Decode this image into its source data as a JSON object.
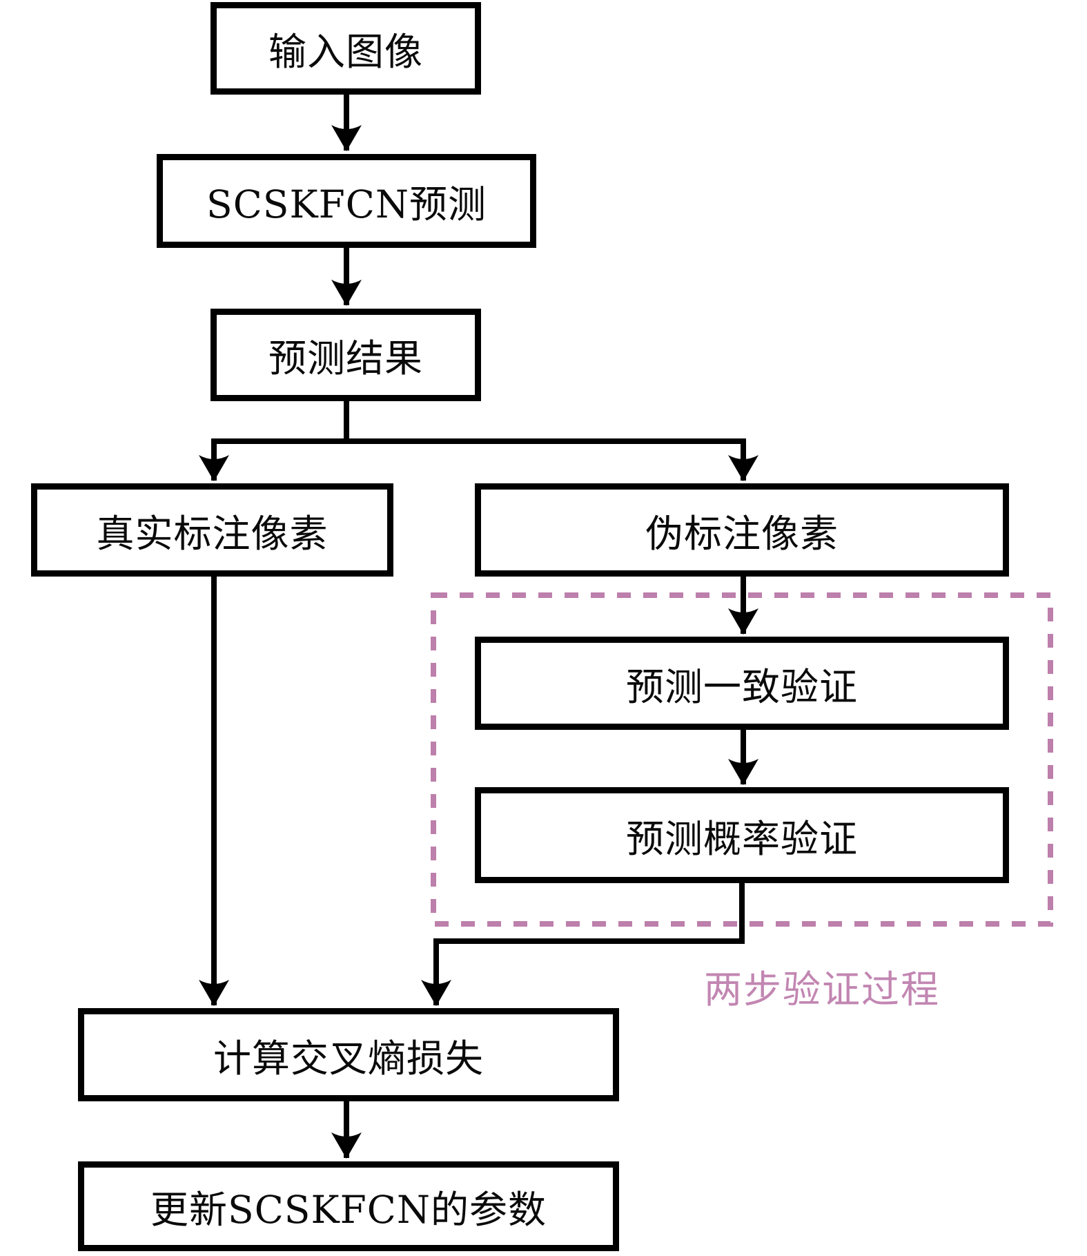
{
  "diagram": {
    "title_hint": "SCSKFCN self-training flowchart",
    "nodes": {
      "input_image": "输入图像",
      "scskfcn_predict": "SCSKFCN预测",
      "prediction_result": "预测结果",
      "real_labeled_pixels": "真实标注像素",
      "pseudo_labeled_pixels": "伪标注像素",
      "consistency_verification": "预测一致验证",
      "probability_verification": "预测概率验证",
      "cross_entropy_loss": "计算交叉熵损失",
      "update_parameters": "更新SCSKFCN的参数"
    },
    "annotations": {
      "two_step_label": "两步验证过程"
    },
    "edges": [
      {
        "from": "input_image",
        "to": "scskfcn_predict"
      },
      {
        "from": "scskfcn_predict",
        "to": "prediction_result"
      },
      {
        "from": "prediction_result",
        "to": "real_labeled_pixels"
      },
      {
        "from": "prediction_result",
        "to": "pseudo_labeled_pixels"
      },
      {
        "from": "pseudo_labeled_pixels",
        "to": "consistency_verification"
      },
      {
        "from": "consistency_verification",
        "to": "probability_verification"
      },
      {
        "from": "probability_verification",
        "to": "cross_entropy_loss"
      },
      {
        "from": "real_labeled_pixels",
        "to": "cross_entropy_loss"
      },
      {
        "from": "cross_entropy_loss",
        "to": "update_parameters"
      }
    ],
    "dashed_region": {
      "label": "两步验证过程",
      "contains": [
        "consistency_verification",
        "probability_verification"
      ]
    },
    "colors": {
      "background": "#ffffff",
      "box_border": "#000000",
      "box_text": "#0a0a0a",
      "arrow": "#000000",
      "dashed_border": "#bd7fab",
      "annotation_text": "#c286b2"
    }
  }
}
